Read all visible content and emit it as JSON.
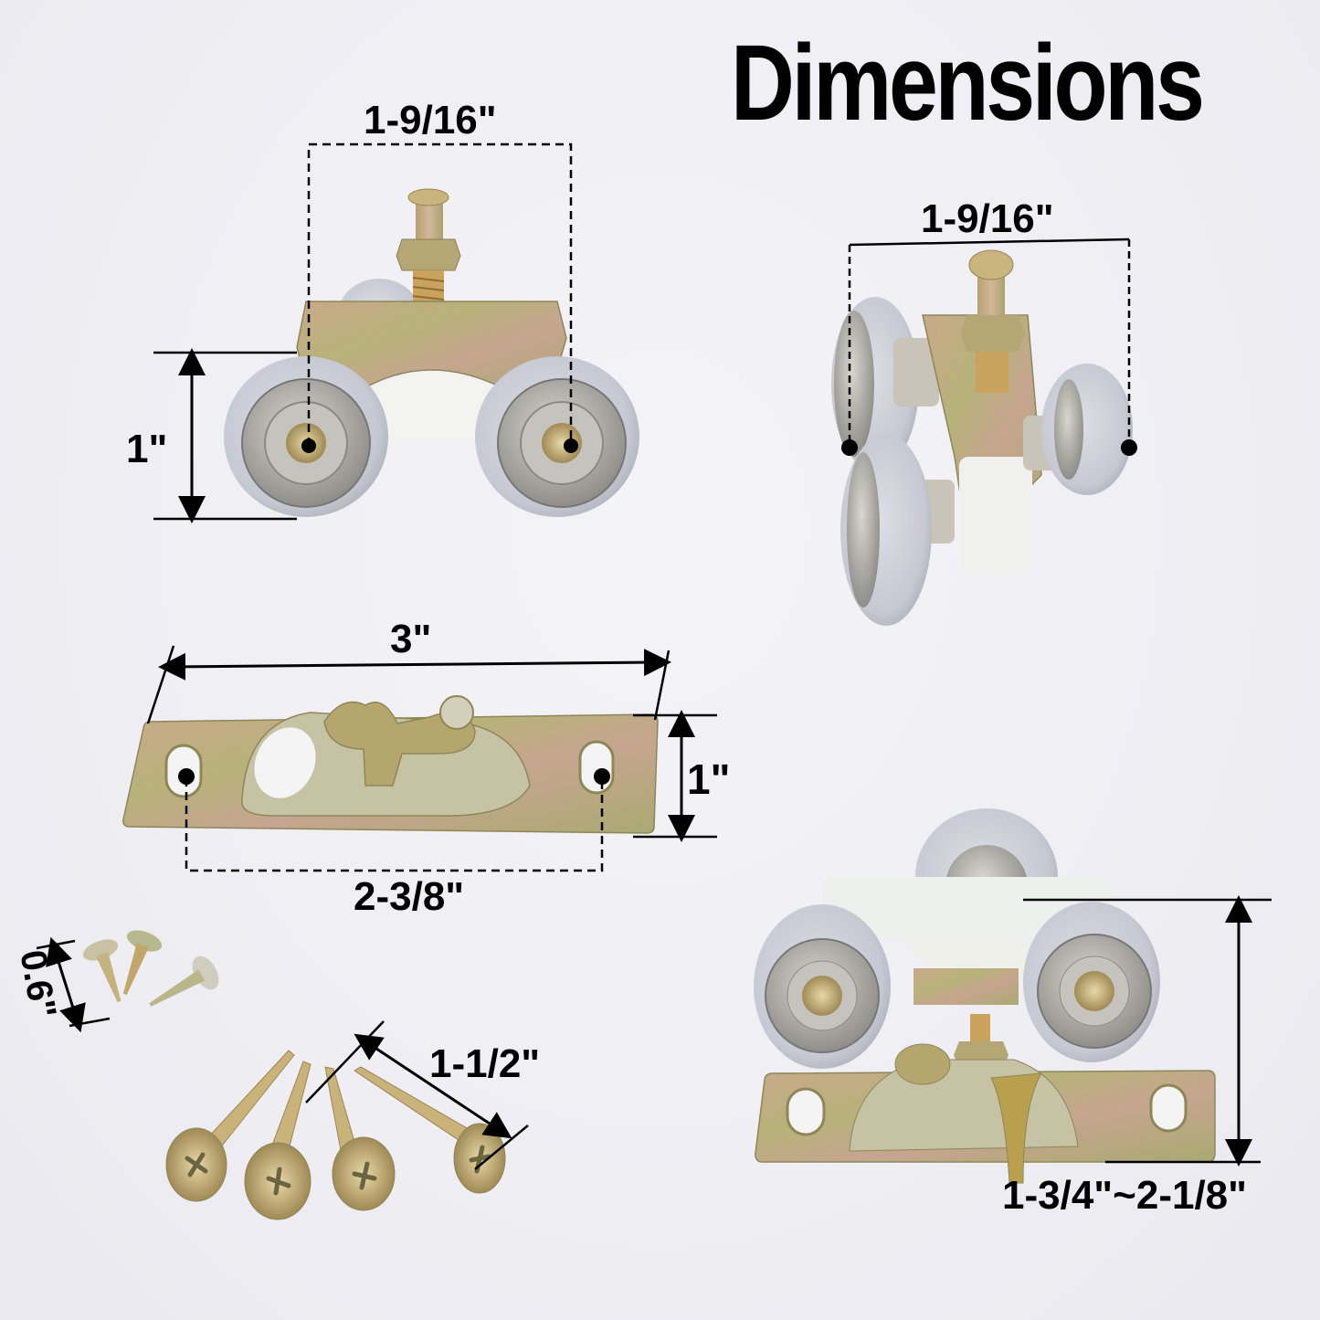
{
  "title": "Dimensions",
  "colors": {
    "background": "#eeeef3",
    "text": "#000000",
    "wheel": "#c9ccd4",
    "bearing": "#b8b8b4",
    "metal_zinc": "#b9a86a",
    "nylon_block": "#eef0ee"
  },
  "panels": {
    "front_roller": {
      "description": "Roller carriage, front view",
      "width_label": "1-9/16\"",
      "height_label": "1\""
    },
    "angled_roller": {
      "description": "Roller carriage, angled view",
      "width_label": "1-9/16\""
    },
    "mounting_plate": {
      "description": "Top mounting bracket plate",
      "length_label": "3\"",
      "height_label": "1\"",
      "hole_spacing_label": "2-3/8\""
    },
    "short_screws": {
      "description": "Short mounting screws (3)",
      "length_label": "0.6\""
    },
    "long_screws": {
      "description": "Long mounting screws (4)",
      "length_label": "1-1/2\""
    },
    "assembled": {
      "description": "Assembled roller with bracket",
      "height_range_label": "1-3/4\"~2-1/8\""
    }
  }
}
